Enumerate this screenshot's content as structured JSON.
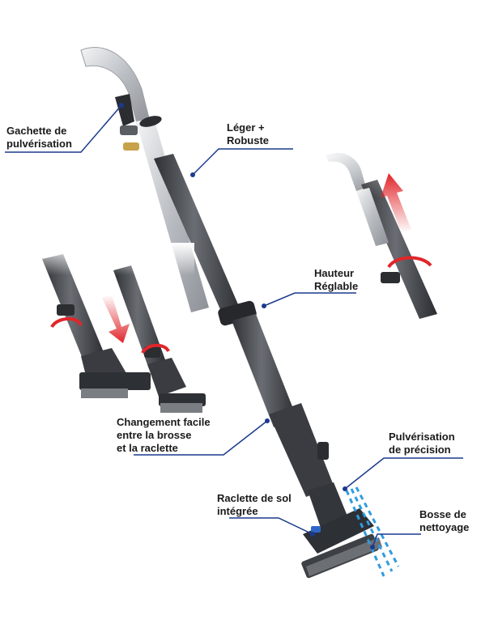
{
  "callouts": {
    "trigger": {
      "line1": "Gachette de",
      "line2": "pulvérisation"
    },
    "light": {
      "line1": "Léger +",
      "line2": "Robuste"
    },
    "height": {
      "line1": "Hauteur",
      "line2": "Réglable"
    },
    "change": {
      "line1": "Changement facile",
      "line2": "entre la brosse",
      "line3": "et la raclette"
    },
    "spray": {
      "line1": "Pulvérisation",
      "line2": "de précision"
    },
    "squeegee": {
      "line1": "Raclette de sol",
      "line2": "intégrée"
    },
    "boss": {
      "line1": "Bosse de",
      "line2": "nettoyage"
    }
  },
  "colors": {
    "callout_line": "#1a3a8c",
    "arrow": "#e0262b",
    "tube": "#4a4d52",
    "handle": "#cfd2d6",
    "spray": "#2f9be0"
  }
}
